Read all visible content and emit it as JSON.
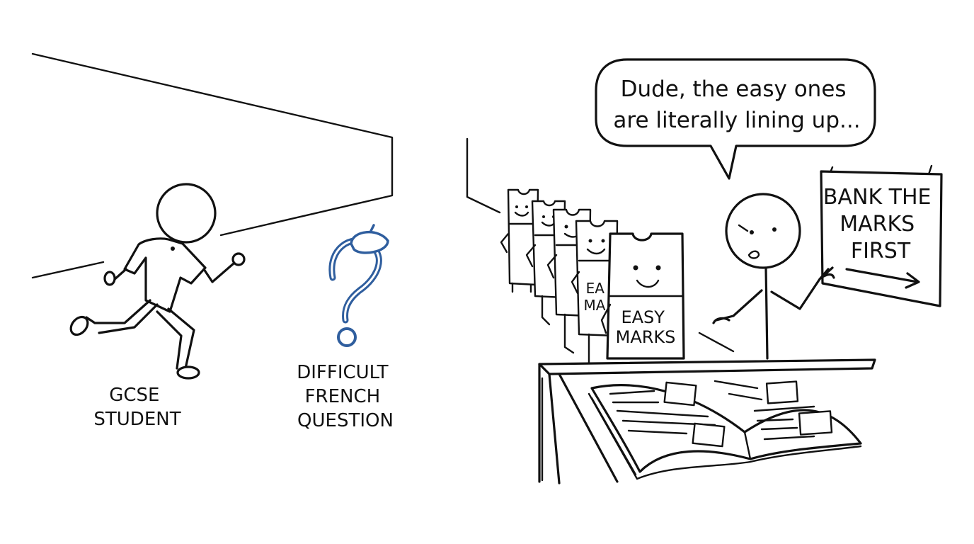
{
  "left_panel": {
    "student_label": [
      "GCSE",
      "STUDENT"
    ],
    "question_label": [
      "DIFFICULT",
      "FRENCH",
      "QUESTION"
    ]
  },
  "right_panel": {
    "speech": [
      "Dude, the easy ones",
      "are literally lining up..."
    ],
    "sign": [
      "BANK THE",
      "MARKS",
      "FIRST"
    ],
    "ticket_front": [
      "EASY",
      "MARKS"
    ],
    "ticket_behind": [
      "EA",
      "MA"
    ]
  },
  "colors": {
    "ink": "#111111",
    "question_mark": "#2f5e9e",
    "background": "#ffffff"
  }
}
